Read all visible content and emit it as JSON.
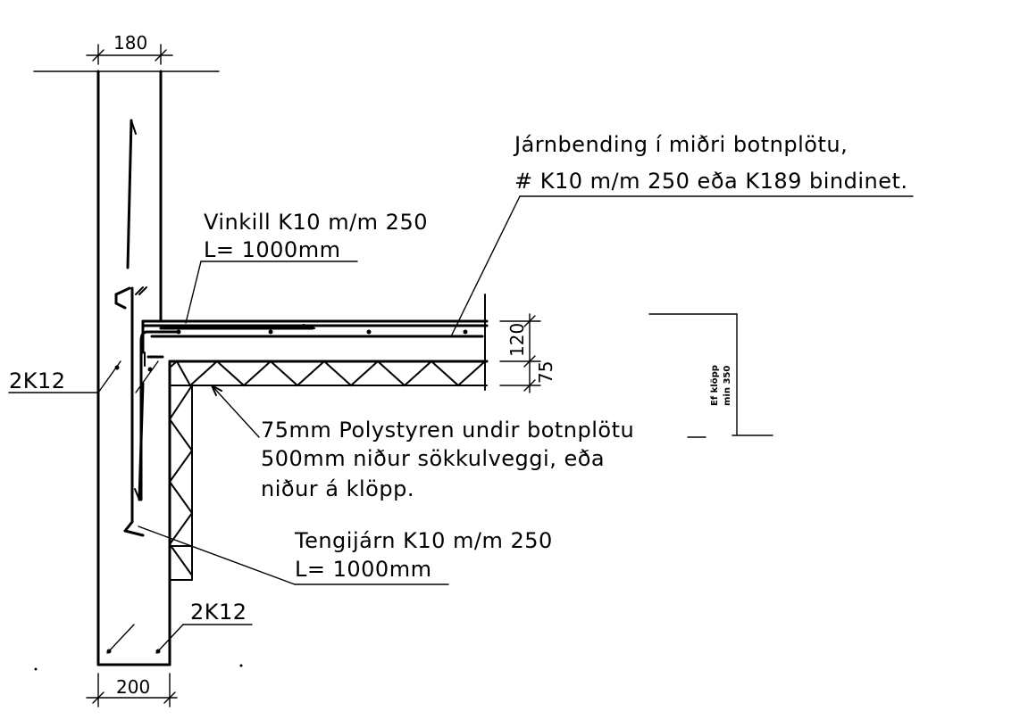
{
  "dimensions": {
    "wall_top_width": "180",
    "footing_width": "200",
    "slab_thickness": "120",
    "insulation_thickness": "75"
  },
  "labels": {
    "rebar_slab_line1": "Járnbending í miðri botnplötu,",
    "rebar_slab_line2": "# K10 m/m 250 eða K189 bindinet.",
    "angle_bar_line1": "Vinkill K10 m/m 250",
    "angle_bar_line2": "L= 1000mm",
    "rebar_left": "2K12",
    "insulation_line1": "75mm Polystyren undir botnplötu",
    "insulation_line2": "500mm niður sökkulveggi,  eða",
    "insulation_line3": "niður á klöpp.",
    "tie_bar_line1": "Tengijárn K10 m/m 250",
    "tie_bar_line2": "L= 1000mm",
    "rebar_bottom": "2K12",
    "rock_note_line1": "Ef klöpp",
    "rock_note_line2": "min 350"
  }
}
